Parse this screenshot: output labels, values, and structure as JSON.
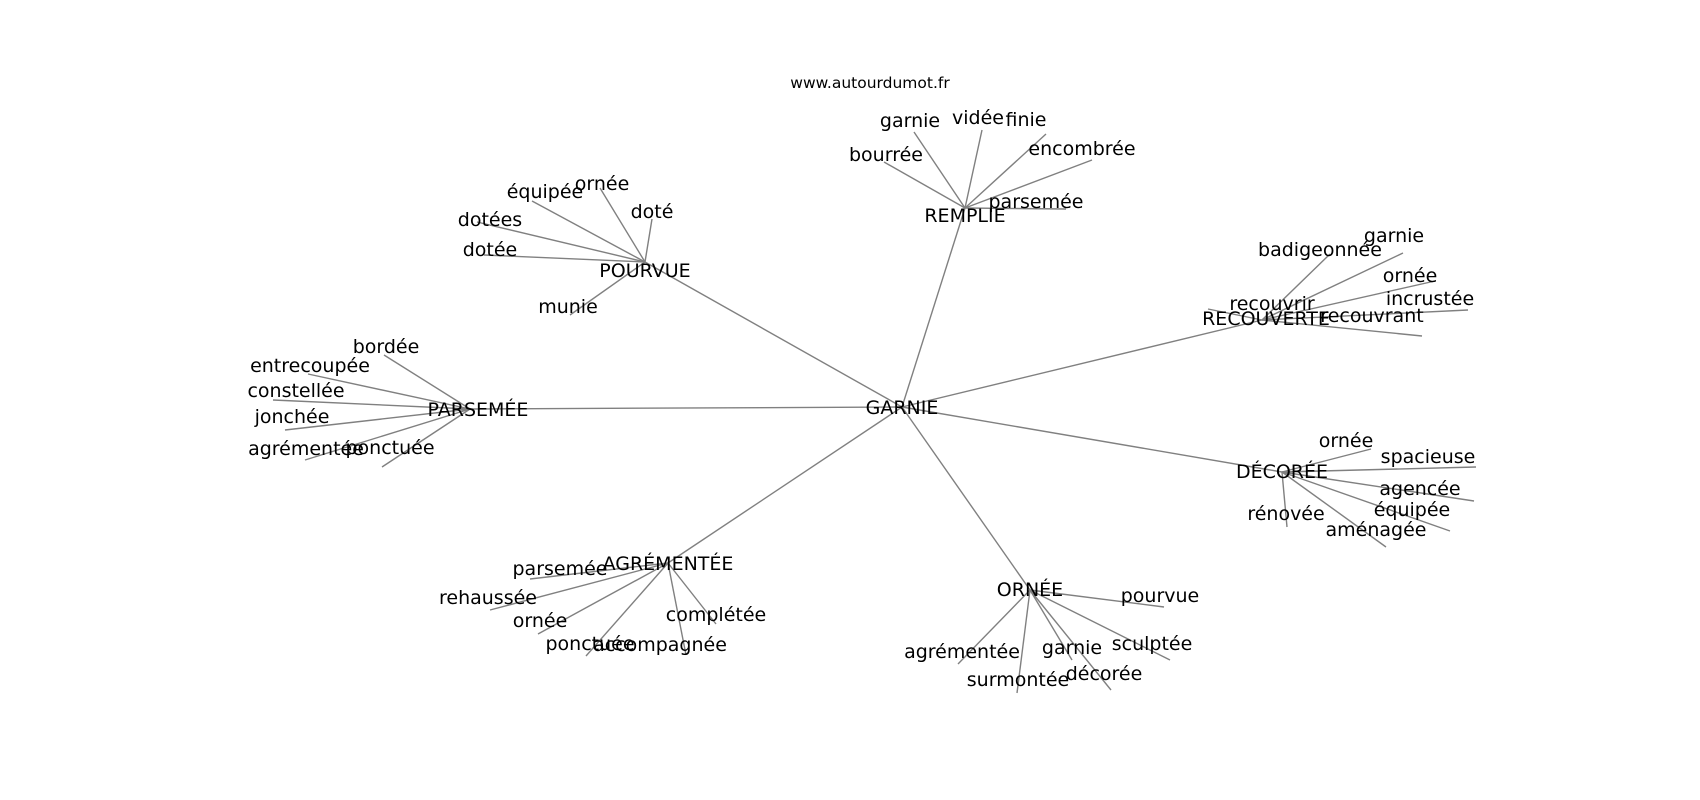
{
  "site": "www.autourdumot.fr",
  "center": "GARNIE",
  "clusters": [
    {
      "label": "REMPLIE",
      "children": [
        "garnie",
        "vidée",
        "finie",
        "encombrée",
        "bourrée",
        "parsemée"
      ]
    },
    {
      "label": "POURVUE",
      "children": [
        "ornée",
        "équipée",
        "doté",
        "dotées",
        "dotée",
        "munie"
      ]
    },
    {
      "label": "RECOUVERTE",
      "children": [
        "badigeonnée",
        "garnie",
        "ornée",
        "recouvrir",
        "incrustée",
        "recouvrant"
      ]
    },
    {
      "label": "PARSEMÉE",
      "children": [
        "bordée",
        "entrecoupée",
        "constellée",
        "jonchée",
        "agrémentée",
        "ponctuée"
      ]
    },
    {
      "label": "DÉCORÉE",
      "children": [
        "ornée",
        "spacieuse",
        "agencée",
        "équipée",
        "rénovée",
        "aménagée"
      ]
    },
    {
      "label": "AGRÉMENTÉE",
      "children": [
        "parsemée",
        "rehaussée",
        "ornée",
        "ponctuée",
        "accompagnée",
        "complétée"
      ]
    },
    {
      "label": "ORNÉE",
      "children": [
        "pourvue",
        "agrémentée",
        "garnie",
        "sculptée",
        "surmontée",
        "décorée"
      ]
    }
  ],
  "colors": {
    "edge": "#808080",
    "text": "#000000",
    "background": "#ffffff"
  }
}
